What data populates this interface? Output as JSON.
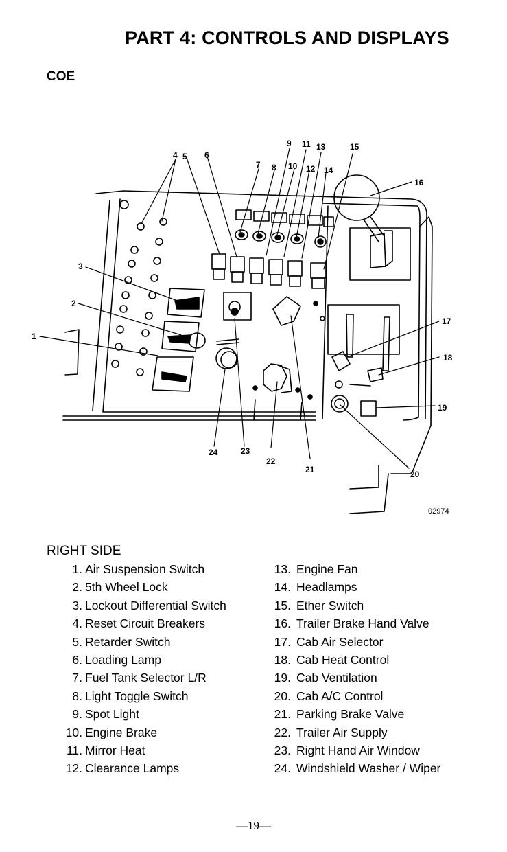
{
  "page": {
    "title": "PART 4:  CONTROLS AND DISPLAYS",
    "subtitle": "COE",
    "figure_code": "02974",
    "section_heading": "RIGHT SIDE",
    "page_number": "—19—"
  },
  "callouts": [
    "1",
    "2",
    "3",
    "4",
    "5",
    "6",
    "7",
    "8",
    "9",
    "10",
    "11",
    "12",
    "13",
    "14",
    "15",
    "16",
    "17",
    "18",
    "19",
    "20",
    "21",
    "22",
    "23",
    "24"
  ],
  "list": {
    "left": [
      {
        "num": "1.",
        "label": "Air Suspension Switch"
      },
      {
        "num": "2.",
        "label": "5th Wheel Lock"
      },
      {
        "num": "3.",
        "label": "Lockout Differential Switch"
      },
      {
        "num": "4.",
        "label": "Reset Circuit Breakers"
      },
      {
        "num": "5.",
        "label": "Retarder Switch"
      },
      {
        "num": "6.",
        "label": "Loading Lamp"
      },
      {
        "num": "7.",
        "label": "Fuel Tank Selector L/R"
      },
      {
        "num": "8.",
        "label": "Light Toggle Switch"
      },
      {
        "num": "9.",
        "label": "Spot Light"
      },
      {
        "num": "10.",
        "label": "Engine Brake"
      },
      {
        "num": "11.",
        "label": "Mirror Heat"
      },
      {
        "num": "12.",
        "label": "Clearance Lamps"
      }
    ],
    "right": [
      {
        "num": "13.",
        "label": "Engine Fan"
      },
      {
        "num": "14.",
        "label": "Headlamps"
      },
      {
        "num": "15.",
        "label": "Ether Switch"
      },
      {
        "num": "16.",
        "label": "Trailer Brake Hand Valve"
      },
      {
        "num": "17.",
        "label": "Cab Air Selector"
      },
      {
        "num": "18.",
        "label": "Cab Heat Control"
      },
      {
        "num": "19.",
        "label": "Cab Ventilation"
      },
      {
        "num": "20.",
        "label": "Cab A/C Control"
      },
      {
        "num": "21.",
        "label": "Parking Brake Valve"
      },
      {
        "num": "22.",
        "label": "Trailer Air Supply"
      },
      {
        "num": "23.",
        "label": "Right Hand Air Window"
      },
      {
        "num": "24.",
        "label": "Windshield Washer / Wiper"
      }
    ]
  }
}
